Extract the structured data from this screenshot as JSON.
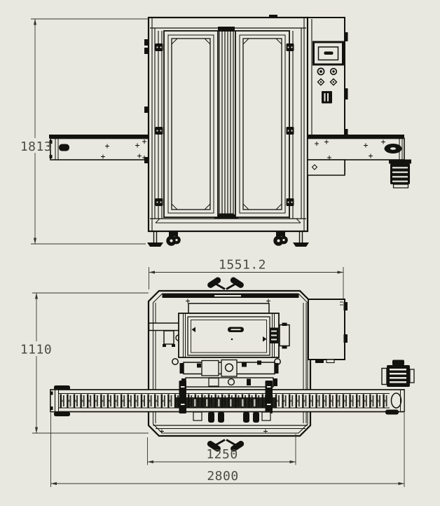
{
  "drawing": {
    "background_color": "#e9e8e0",
    "line_color": "#12120e",
    "dimension_line_color": "#34342f",
    "dimension_text_color": "#4b4b45",
    "dimensions": {
      "overall_height": {
        "value": "1813"
      },
      "width_with_panel": {
        "value": "1551.2"
      },
      "machine_depth": {
        "value": "1110"
      },
      "body_width": {
        "value": "1250"
      },
      "overall_length": {
        "value": "2800"
      }
    }
  }
}
